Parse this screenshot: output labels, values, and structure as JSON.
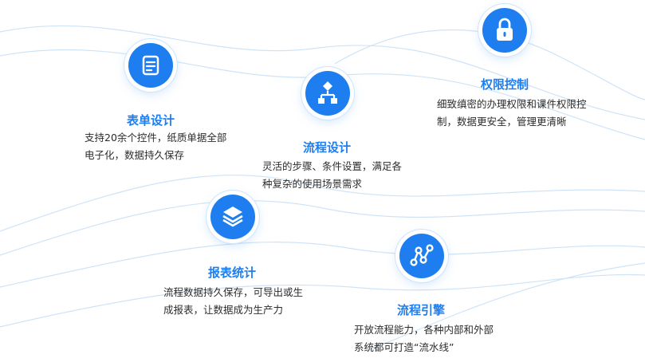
{
  "features": [
    {
      "icon": "form-icon",
      "title": "表单设计",
      "desc": "支持20余个控件，纸质单据全部电子化，数据持久保存"
    },
    {
      "icon": "flowchart-icon",
      "title": "流程设计",
      "desc": "灵活的步骤、条件设置，满足各种复杂的使用场景需求"
    },
    {
      "icon": "lock-icon",
      "title": "权限控制",
      "desc": "细致缜密的办理权限和课件权限控制，数据更安全，管理更清晰"
    },
    {
      "icon": "layers-icon",
      "title": "报表统计",
      "desc": "流程数据持久保存，可导出或生成报表，让数据成为生产力"
    },
    {
      "icon": "engine-nodes-icon",
      "title": "流程引擎",
      "desc": "开放流程能力，各种内部和外部系统都可打造“流水线”"
    }
  ],
  "colors": {
    "accent": "#1e7ef0",
    "text": "#2c2c2c",
    "wave": "#cfe3f7"
  }
}
